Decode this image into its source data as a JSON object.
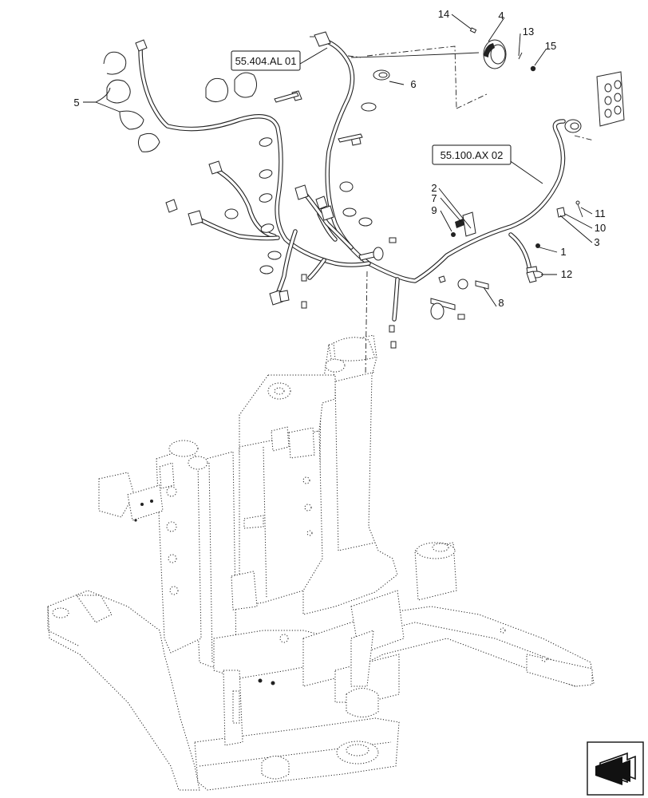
{
  "callouts": [
    {
      "id": "c14",
      "label": "14"
    },
    {
      "id": "c4",
      "label": "4"
    },
    {
      "id": "c13",
      "label": "13"
    },
    {
      "id": "c15",
      "label": "15"
    },
    {
      "id": "c6",
      "label": "6"
    },
    {
      "id": "c5",
      "label": "5"
    },
    {
      "id": "c2",
      "label": "2"
    },
    {
      "id": "c7",
      "label": "7"
    },
    {
      "id": "c9",
      "label": "9"
    },
    {
      "id": "c11",
      "label": "11"
    },
    {
      "id": "c10",
      "label": "10"
    },
    {
      "id": "c3",
      "label": "3"
    },
    {
      "id": "c1",
      "label": "1"
    },
    {
      "id": "c12",
      "label": "12"
    },
    {
      "id": "c8",
      "label": "8"
    }
  ],
  "references": {
    "ref_al": "55.404.AL 01",
    "ref_ax": "55.100.AX 02"
  },
  "icons": {
    "nav": "view-direction-arrow-icon"
  }
}
